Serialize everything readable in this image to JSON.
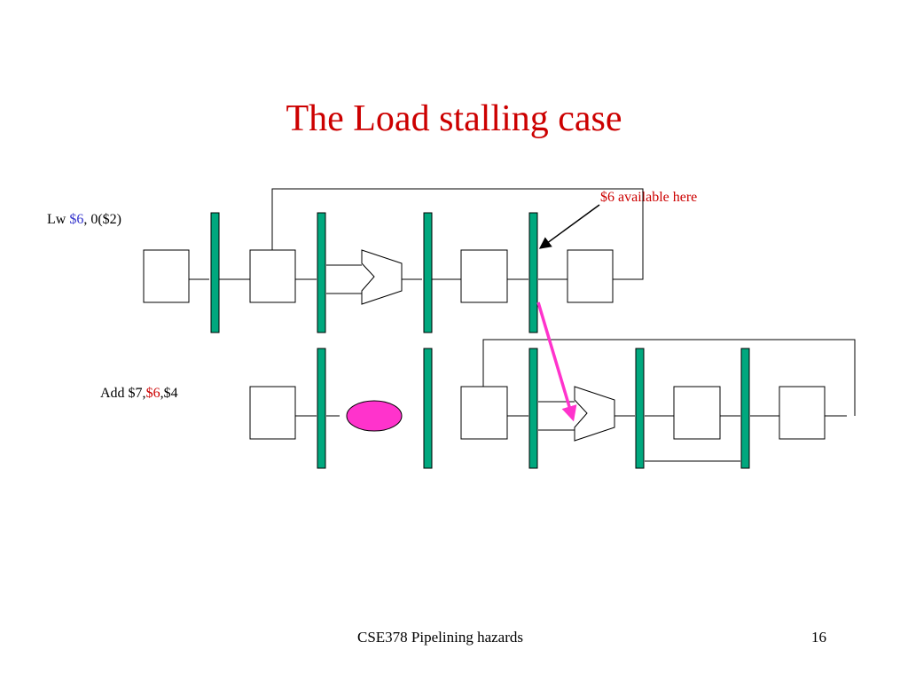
{
  "slide": {
    "title": "The Load stalling case",
    "instruction_1": {
      "prefix": "Lw ",
      "register": "$6",
      "suffix": ", 0($2)"
    },
    "instruction_2": {
      "prefix": "Add $7,",
      "register": "$6",
      "suffix": ",$4"
    },
    "annotation": "$6 available here",
    "footer": {
      "course": "CSE378 Pipelining hazards",
      "page_number": "16"
    }
  },
  "colors": {
    "title": "#cc0000",
    "lw_register": "#3333cc",
    "add_register": "#cc0000",
    "annotation": "#cc0000",
    "pipeline_latch": "#00a87e",
    "stall_bubble": "#ff33cc",
    "forwarding_arrow": "#ff33cc"
  },
  "icons": [
    "alu-shape",
    "stall-bubble",
    "forwarding-arrow",
    "pointer-arrow"
  ]
}
